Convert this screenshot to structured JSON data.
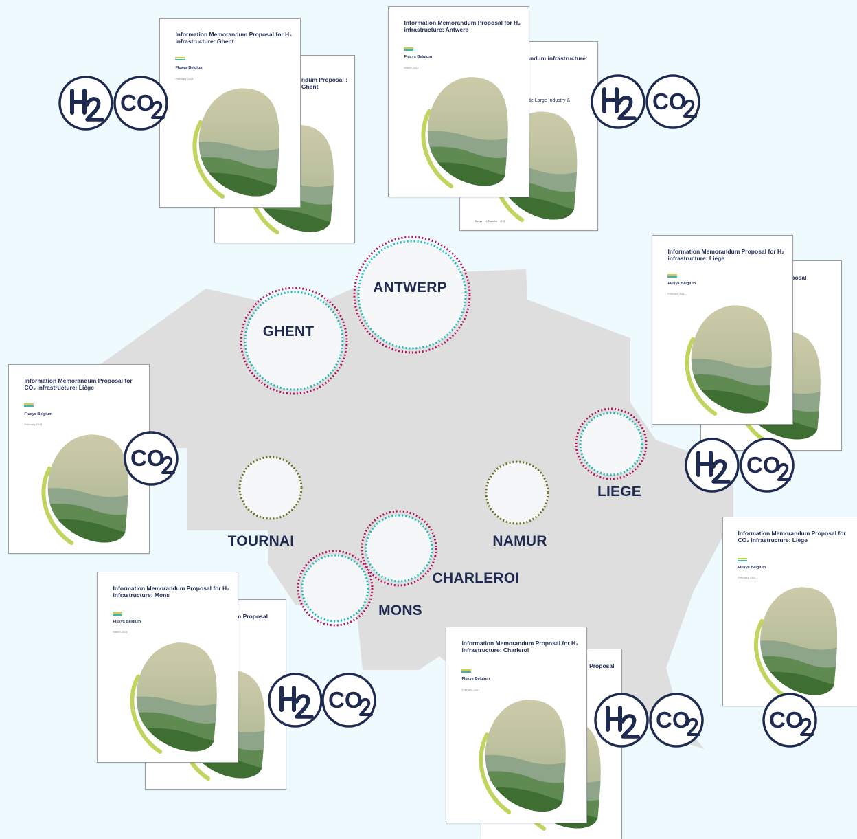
{
  "colors": {
    "background": "#eefafd",
    "map_fill": "#dedede",
    "ring_outer": "#b0125e",
    "ring_inner": "#1ab8b8",
    "ring_olive": "#6b6b1a",
    "text": "#1e2a50"
  },
  "cities": {
    "antwerp": "ANTWERP",
    "ghent": "GHENT",
    "liege": "LIEGE",
    "tournai": "TOURNAI",
    "namur": "NAMUR",
    "charleroi": "CHARLEROI",
    "mons": "MONS"
  },
  "badges": {
    "h2": "H2",
    "co2": "CO2"
  },
  "docs": {
    "ghent_front": {
      "title": "Information Memorandum Proposal for H₂ infrastructure: Ghent",
      "org": "Fluxys Belgium",
      "date": "February 2024"
    },
    "ghent_back": {
      "title": "ndum Proposal : Ghent"
    },
    "antwerp_front": {
      "title": "Information Memorandum Proposal for H₂ infrastructure: Antwerp",
      "org": "Fluxys Belgium",
      "date": "March 2024"
    },
    "antwerp_back": {
      "title": "randum infrastructure:",
      "extra": "side Large Industry &",
      "logos": "fluxys · H-Transfer · ◎ ◎"
    },
    "liege_h2_front": {
      "title": "Information Memorandum Proposal for H₂ infrastructure: Liège",
      "org": "Fluxys Belgium",
      "date": "February 2024"
    },
    "liege_h2_back": {
      "title": "um Proposal"
    },
    "liege_co2": {
      "title": "Information Memorandum Proposal for CO₂ infrastructure: Liège",
      "org": "Fluxys Belgium",
      "date": "February 2024"
    },
    "mons_front": {
      "title": "Information Memorandum Proposal for H₂ infrastructure: Mons",
      "org": "Fluxys Belgium",
      "date": "March 2024"
    },
    "mons_back": {
      "title": "um Proposal"
    },
    "charleroi_front": {
      "title": "Information Memorandum Proposal for H₂ infrastructure: Charleroi",
      "org": "Fluxys Belgium",
      "date": "February 2024"
    },
    "charleroi_back": {
      "title": "Proposal"
    },
    "right_co2": {
      "title": "Information Memorandum Proposal for CO₂ infrastructure: Liège",
      "org": "Fluxys Belgium",
      "date": "February 2024"
    }
  }
}
